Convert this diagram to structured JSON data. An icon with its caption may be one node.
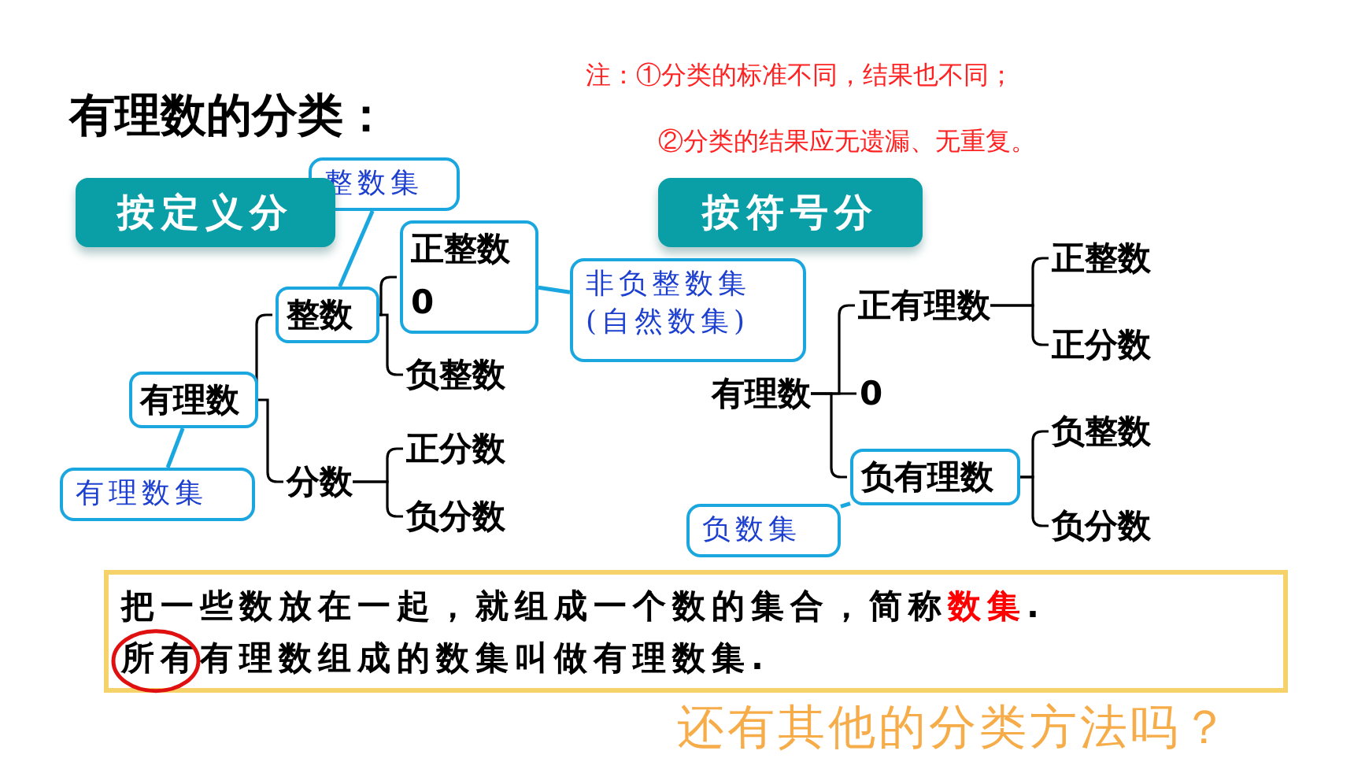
{
  "diagram": {
    "title": "有理数的分类：",
    "nodes": [
      {
        "text": [
          "有理数"
        ]
      },
      {
        "text": [
          "整数"
        ]
      },
      {
        "text": [
          "正整数",
          "0"
        ]
      },
      {
        "text": [
          "负整数"
        ]
      },
      {
        "text": [
          "分数"
        ]
      },
      {
        "text": [
          "正分数"
        ]
      },
      {
        "text": [
          "负分数"
        ]
      },
      {
        "text": [
          "整数集"
        ]
      },
      {
        "text": [
          "非负整数集 (自然数集)"
        ]
      },
      {
        "text": [
          "有理数集"
        ]
      },
      {
        "text": [
          "按定义分"
        ]
      },
      {
        "text": [
          "按符号分"
        ]
      },
      {
        "text": [
          "有理数"
        ]
      },
      {
        "text": [
          "正有理数"
        ]
      },
      {
        "text": [
          "0"
        ]
      },
      {
        "text": [
          "负有理数"
        ]
      },
      {
        "text": [
          "正整数"
        ]
      },
      {
        "text": [
          "正分数"
        ]
      },
      {
        "text": [
          "负整数"
        ]
      },
      {
        "text": [
          "负分数"
        ]
      },
      {
        "text": [
          "负数集"
        ]
      },
      {
        "text": [
          "把一些数放在一起，就组成一个数的集合，简称**数集**.",
          "所有有理数组成的数集叫做有理数集."
        ]
      }
    ],
    "edges": [
      {
        "from": 0,
        "to": 1,
        "arrow": "none"
      },
      {
        "from": 0,
        "to": 4,
        "arrow": "none"
      },
      {
        "from": 1,
        "to": 2,
        "arrow": "none"
      },
      {
        "from": 1,
        "to": 3,
        "arrow": "none"
      },
      {
        "from": 4,
        "to": 5,
        "arrow": "none"
      },
      {
        "from": 4,
        "to": 6,
        "arrow": "none"
      },
      {
        "from": 7,
        "to": 1,
        "arrow": "none",
        "color": "#1aa7e0"
      },
      {
        "from": 8,
        "to": 2,
        "arrow": "none",
        "color": "#1aa7e0"
      },
      {
        "from": 9,
        "to": 0,
        "arrow": "none",
        "color": "#1aa7e0"
      },
      {
        "from": 12,
        "to": 13,
        "arrow": "none"
      },
      {
        "from": 12,
        "to": 14,
        "arrow": "none"
      },
      {
        "from": 12,
        "to": 15,
        "arrow": "none"
      },
      {
        "from": 13,
        "to": 16,
        "arrow": "none"
      },
      {
        "from": 13,
        "to": 17,
        "arrow": "none"
      },
      {
        "from": 15,
        "to": 18,
        "arrow": "none"
      },
      {
        "from": 15,
        "to": 19,
        "arrow": "none"
      },
      {
        "from": 20,
        "to": 15,
        "arrow": "none",
        "color": "#1aa7e0"
      }
    ],
    "labels": [
      "注：①分类的标准不同，结果也不同；",
      "②分类的结果应无遗漏、无重复。",
      "还有其他的分类方法吗？"
    ]
  }
}
